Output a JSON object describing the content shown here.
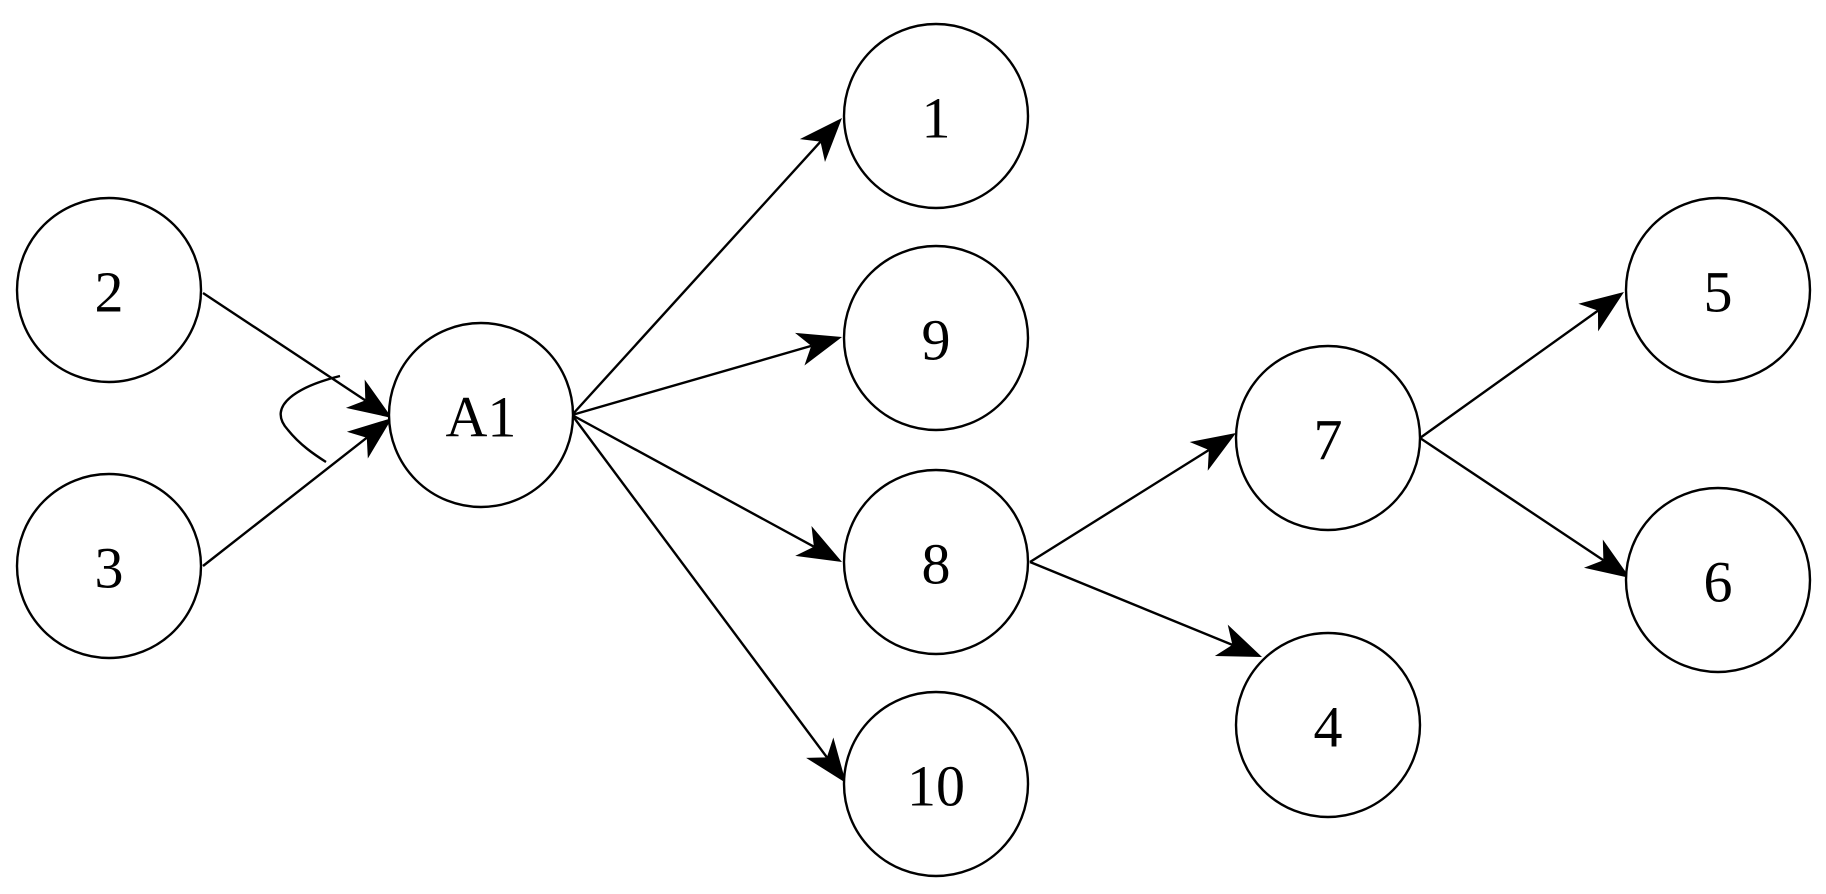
{
  "nodes": [
    {
      "id": "2",
      "label": "2"
    },
    {
      "id": "3",
      "label": "3"
    },
    {
      "id": "A1",
      "label": "A1"
    },
    {
      "id": "1",
      "label": "1"
    },
    {
      "id": "9",
      "label": "9"
    },
    {
      "id": "8",
      "label": "8"
    },
    {
      "id": "10",
      "label": "10"
    },
    {
      "id": "7",
      "label": "7"
    },
    {
      "id": "4",
      "label": "4"
    },
    {
      "id": "5",
      "label": "5"
    },
    {
      "id": "6",
      "label": "6"
    }
  ],
  "edges": [
    {
      "from": "2",
      "to": "A1"
    },
    {
      "from": "3",
      "to": "A1"
    },
    {
      "from": "A1",
      "to": "1"
    },
    {
      "from": "A1",
      "to": "9"
    },
    {
      "from": "A1",
      "to": "8"
    },
    {
      "from": "A1",
      "to": "10"
    },
    {
      "from": "8",
      "to": "7"
    },
    {
      "from": "8",
      "to": "4"
    },
    {
      "from": "7",
      "to": "5"
    },
    {
      "from": "7",
      "to": "6"
    }
  ],
  "colors": {
    "stroke": "#000000",
    "fill": "#ffffff",
    "background": "#ffffff"
  }
}
